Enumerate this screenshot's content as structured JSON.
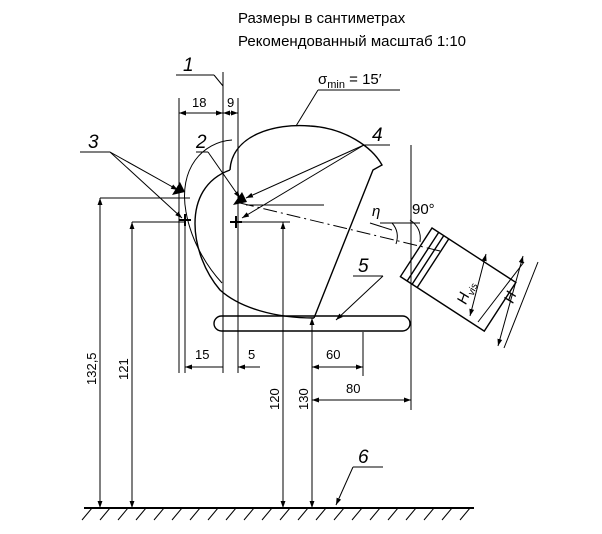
{
  "header": {
    "line1": "Размеры в сантиметрах",
    "line2": "Рекомендованный масштаб 1:10"
  },
  "callouts": {
    "c1": "1",
    "c2": "2",
    "c3": "3",
    "c4": "4",
    "c5": "5",
    "c6": "6"
  },
  "sigma_label": {
    "symbol": "σ",
    "subscript": "min",
    "value": " = 15′"
  },
  "angles": {
    "eta": "η",
    "right": "90°"
  },
  "dimensions": {
    "d18": "18",
    "d9": "9",
    "d15": "15",
    "d5": "5",
    "d60": "60",
    "d80": "80",
    "d132_5": "132,5",
    "d121": "121",
    "d120": "120",
    "d130": "130"
  },
  "lamp_dims": {
    "h_letter": "H",
    "h_sub": "vis",
    "h_total": "H"
  }
}
